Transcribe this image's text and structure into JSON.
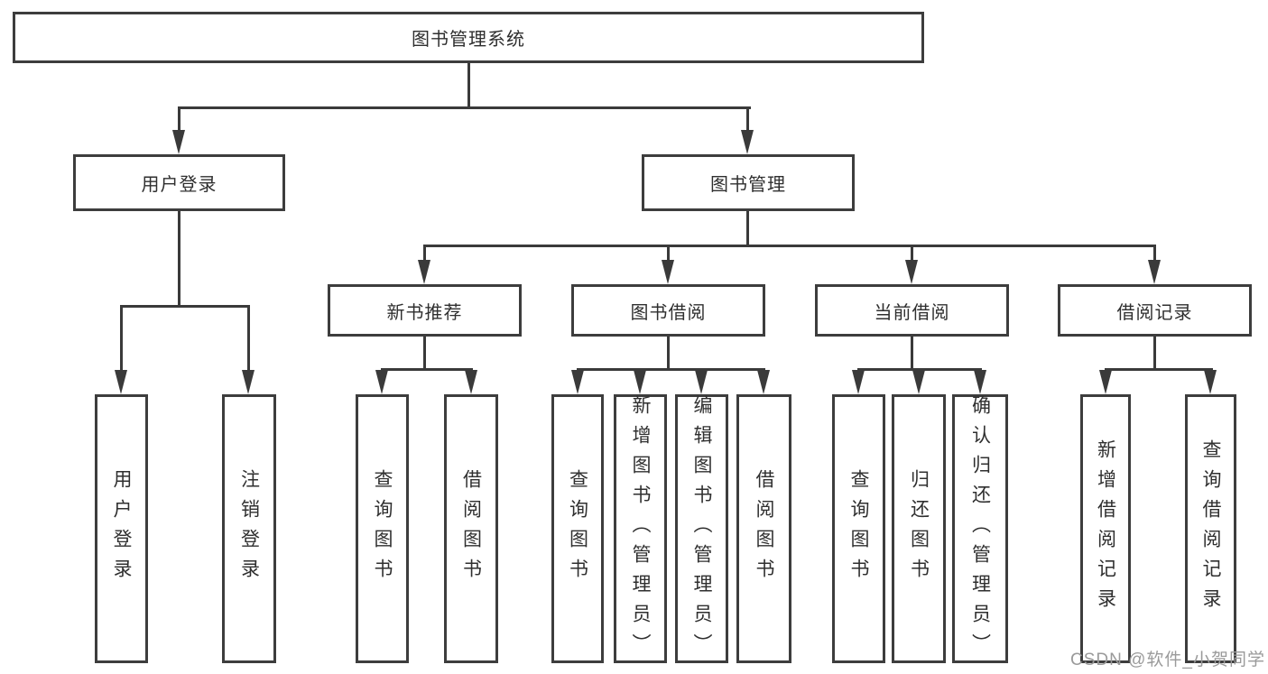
{
  "colors": {
    "background": "#ffffff",
    "box_border": "#3d3d3d",
    "connector_line": "#3a3a3a",
    "text": "#2f2f2f",
    "watermark_text": "#9a9a9a"
  },
  "tree": {
    "root": {
      "label": "图书管理系统"
    },
    "branches": [
      {
        "label": "用户登录",
        "leaves": [
          {
            "label": "用户登录"
          },
          {
            "label": "注销登录"
          }
        ]
      },
      {
        "label": "图书管理",
        "sections": [
          {
            "label": "新书推荐",
            "leaves": [
              {
                "label": "查询图书"
              },
              {
                "label": "借阅图书"
              }
            ]
          },
          {
            "label": "图书借阅",
            "leaves": [
              {
                "label": "查询图书"
              },
              {
                "label": "新增图书（管理员）"
              },
              {
                "label": "编辑图书（管理员）"
              },
              {
                "label": "借阅图书"
              }
            ]
          },
          {
            "label": "当前借阅",
            "leaves": [
              {
                "label": "查询图书"
              },
              {
                "label": "归还图书"
              },
              {
                "label": "确认归还（管理员）"
              }
            ]
          },
          {
            "label": "借阅记录",
            "leaves": [
              {
                "label": "新增借阅记录"
              },
              {
                "label": "查询借阅记录"
              }
            ]
          }
        ]
      }
    ]
  },
  "watermark": {
    "text": "CSDN @软件_小贺同学"
  }
}
